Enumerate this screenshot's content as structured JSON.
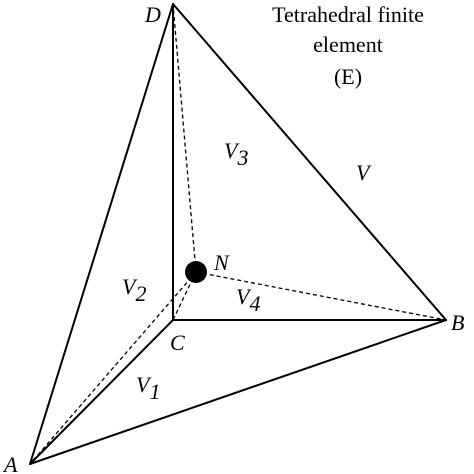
{
  "title": {
    "line1": "Tetrahedral finite",
    "line2": "element",
    "line3": "(E)"
  },
  "vertices": {
    "A": "A",
    "B": "B",
    "C": "C",
    "D": "D",
    "N": "N"
  },
  "volumes": {
    "V": "V",
    "V1": {
      "base": "V",
      "sub": "1"
    },
    "V2": {
      "base": "V",
      "sub": "2"
    },
    "V3": {
      "base": "V",
      "sub": "3"
    },
    "V4": {
      "base": "V",
      "sub": "4"
    }
  }
}
